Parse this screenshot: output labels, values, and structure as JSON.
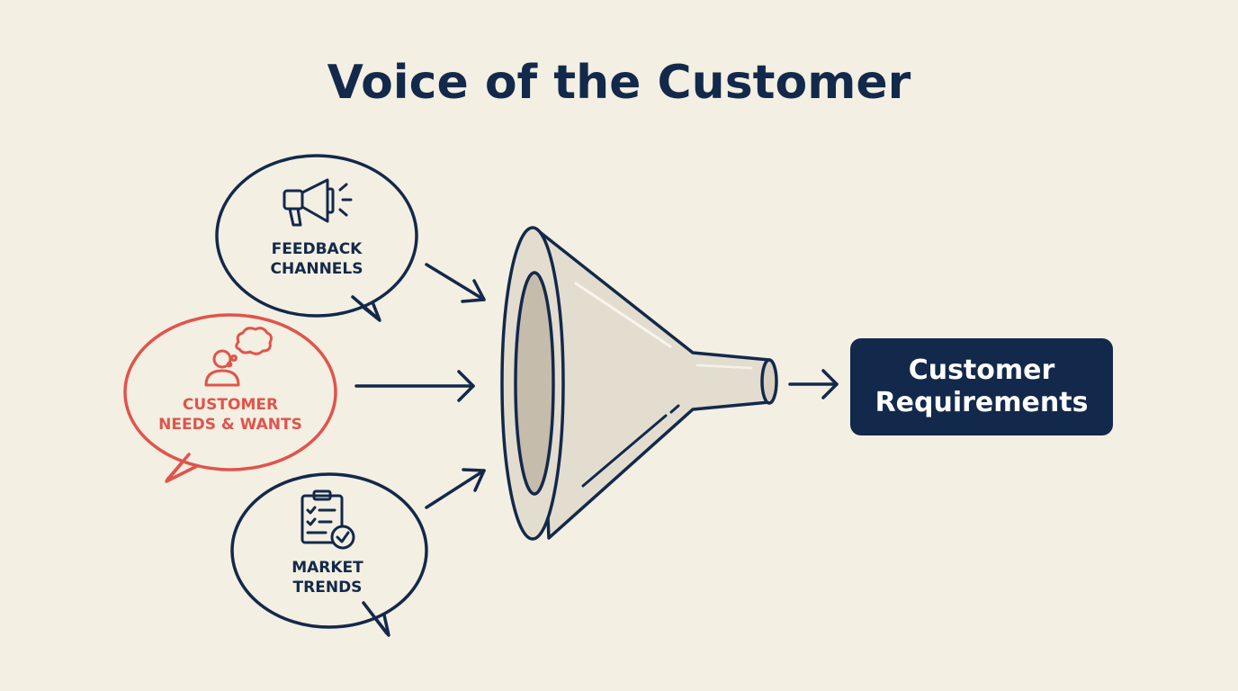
{
  "title": "Voice of the Customer",
  "inputs": [
    {
      "line1": "FEEDBACK",
      "line2": "CHANNELS",
      "icon": "megaphone-icon",
      "color": "#13294b"
    },
    {
      "line1": "CUSTOMER",
      "line2": "NEEDS & WANTS",
      "icon": "person-thought-icon",
      "color": "#e0544c"
    },
    {
      "line1": "MARKET",
      "line2": "TRENDS",
      "icon": "clipboard-check-icon",
      "color": "#13294b"
    }
  ],
  "output": {
    "line1": "Customer",
    "line2": "Requirements"
  },
  "colors": {
    "background": "#f3efe2",
    "navy": "#13294b",
    "accent_red": "#e0544c",
    "funnel_fill": "#e3ddd0",
    "funnel_inner": "#c6bcab"
  }
}
